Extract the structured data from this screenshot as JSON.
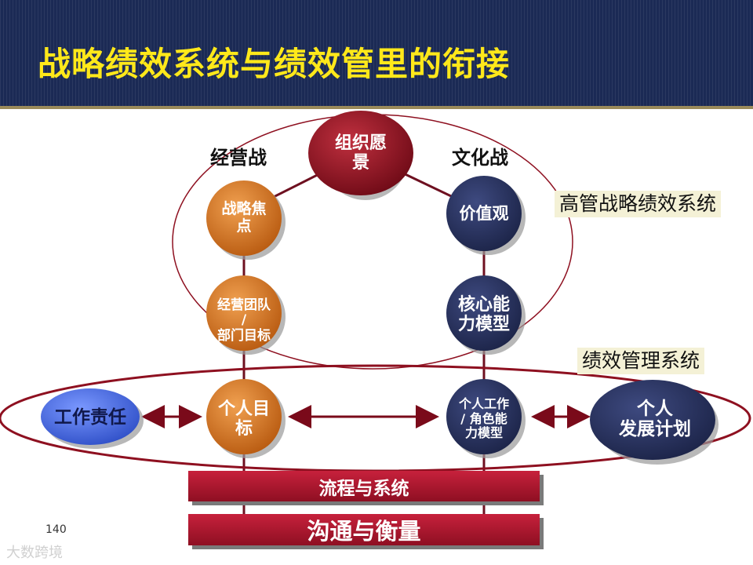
{
  "slide": {
    "title": "战略绩效系统与绩效管里的衔接",
    "page_number": "140",
    "watermark": "大数跨境"
  },
  "columns": {
    "left_heading": "经营战",
    "right_heading": "文化战"
  },
  "nodes": {
    "vision": "组织愿\n景",
    "strategy_focus": "战略焦\n点",
    "team_goals": "经营团队\n/\n部门目标",
    "personal_goals": "个人目\n标",
    "values": "价值观",
    "core_competency": "核心能\n力模型",
    "role_competency": "个人工作\n/ 角色能\n力模型",
    "job_responsibility": "工作责任",
    "personal_development": "个人\n发展计划"
  },
  "system_labels": {
    "executive_system": "高管战略绩效系统",
    "performance_system": "绩效管理系统"
  },
  "bars": {
    "process": "流程与系统",
    "communication": "沟通与衡量"
  },
  "colors": {
    "header_bg": "#1b2a55",
    "title": "#ffe81a",
    "orange_node": "#d46a14",
    "navy_node": "#2b3563",
    "red_node": "#8e1020",
    "blue_node": "#4a6ee0",
    "ellipse": "#8e1020",
    "bar": "#b3182f"
  }
}
